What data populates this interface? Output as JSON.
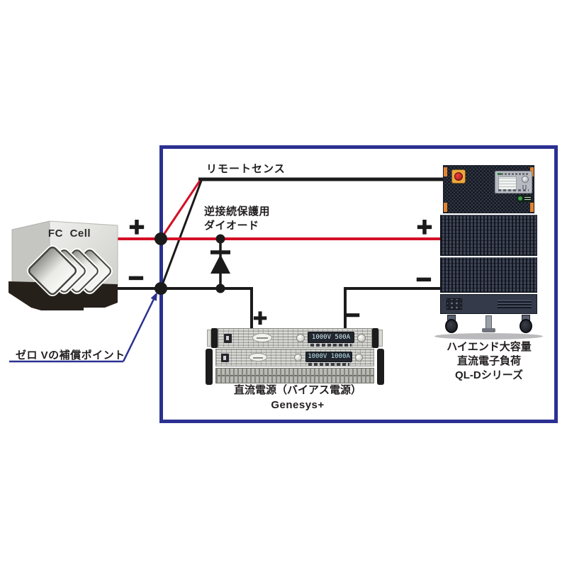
{
  "diagram": {
    "labels": {
      "remote_sense": "リモートセンス",
      "diode_line1": "逆接続保護用",
      "diode_line2": "ダイオード",
      "zero_v": "ゼロ Vの補償ポイント",
      "fc_cell": "FC Cell",
      "load_line1": "ハイエンド大容量",
      "load_line2": "直流電子負荷",
      "load_line3": "QL-Dシリーズ",
      "psu_line1": "直流電源（バイアス電源）",
      "psu_line2": "Genesys+"
    },
    "signs": {
      "plus": "+",
      "minus": "−"
    },
    "psu": {
      "display_top": "1000V 500A",
      "display_bottom": "1000V 1000A"
    },
    "colors": {
      "boundary_blue": "#2b3191",
      "wire_red": "#d31027",
      "wire_black": "#1b1b1b",
      "load_body": "#3d4455",
      "accent_orange": "#e08430"
    }
  }
}
